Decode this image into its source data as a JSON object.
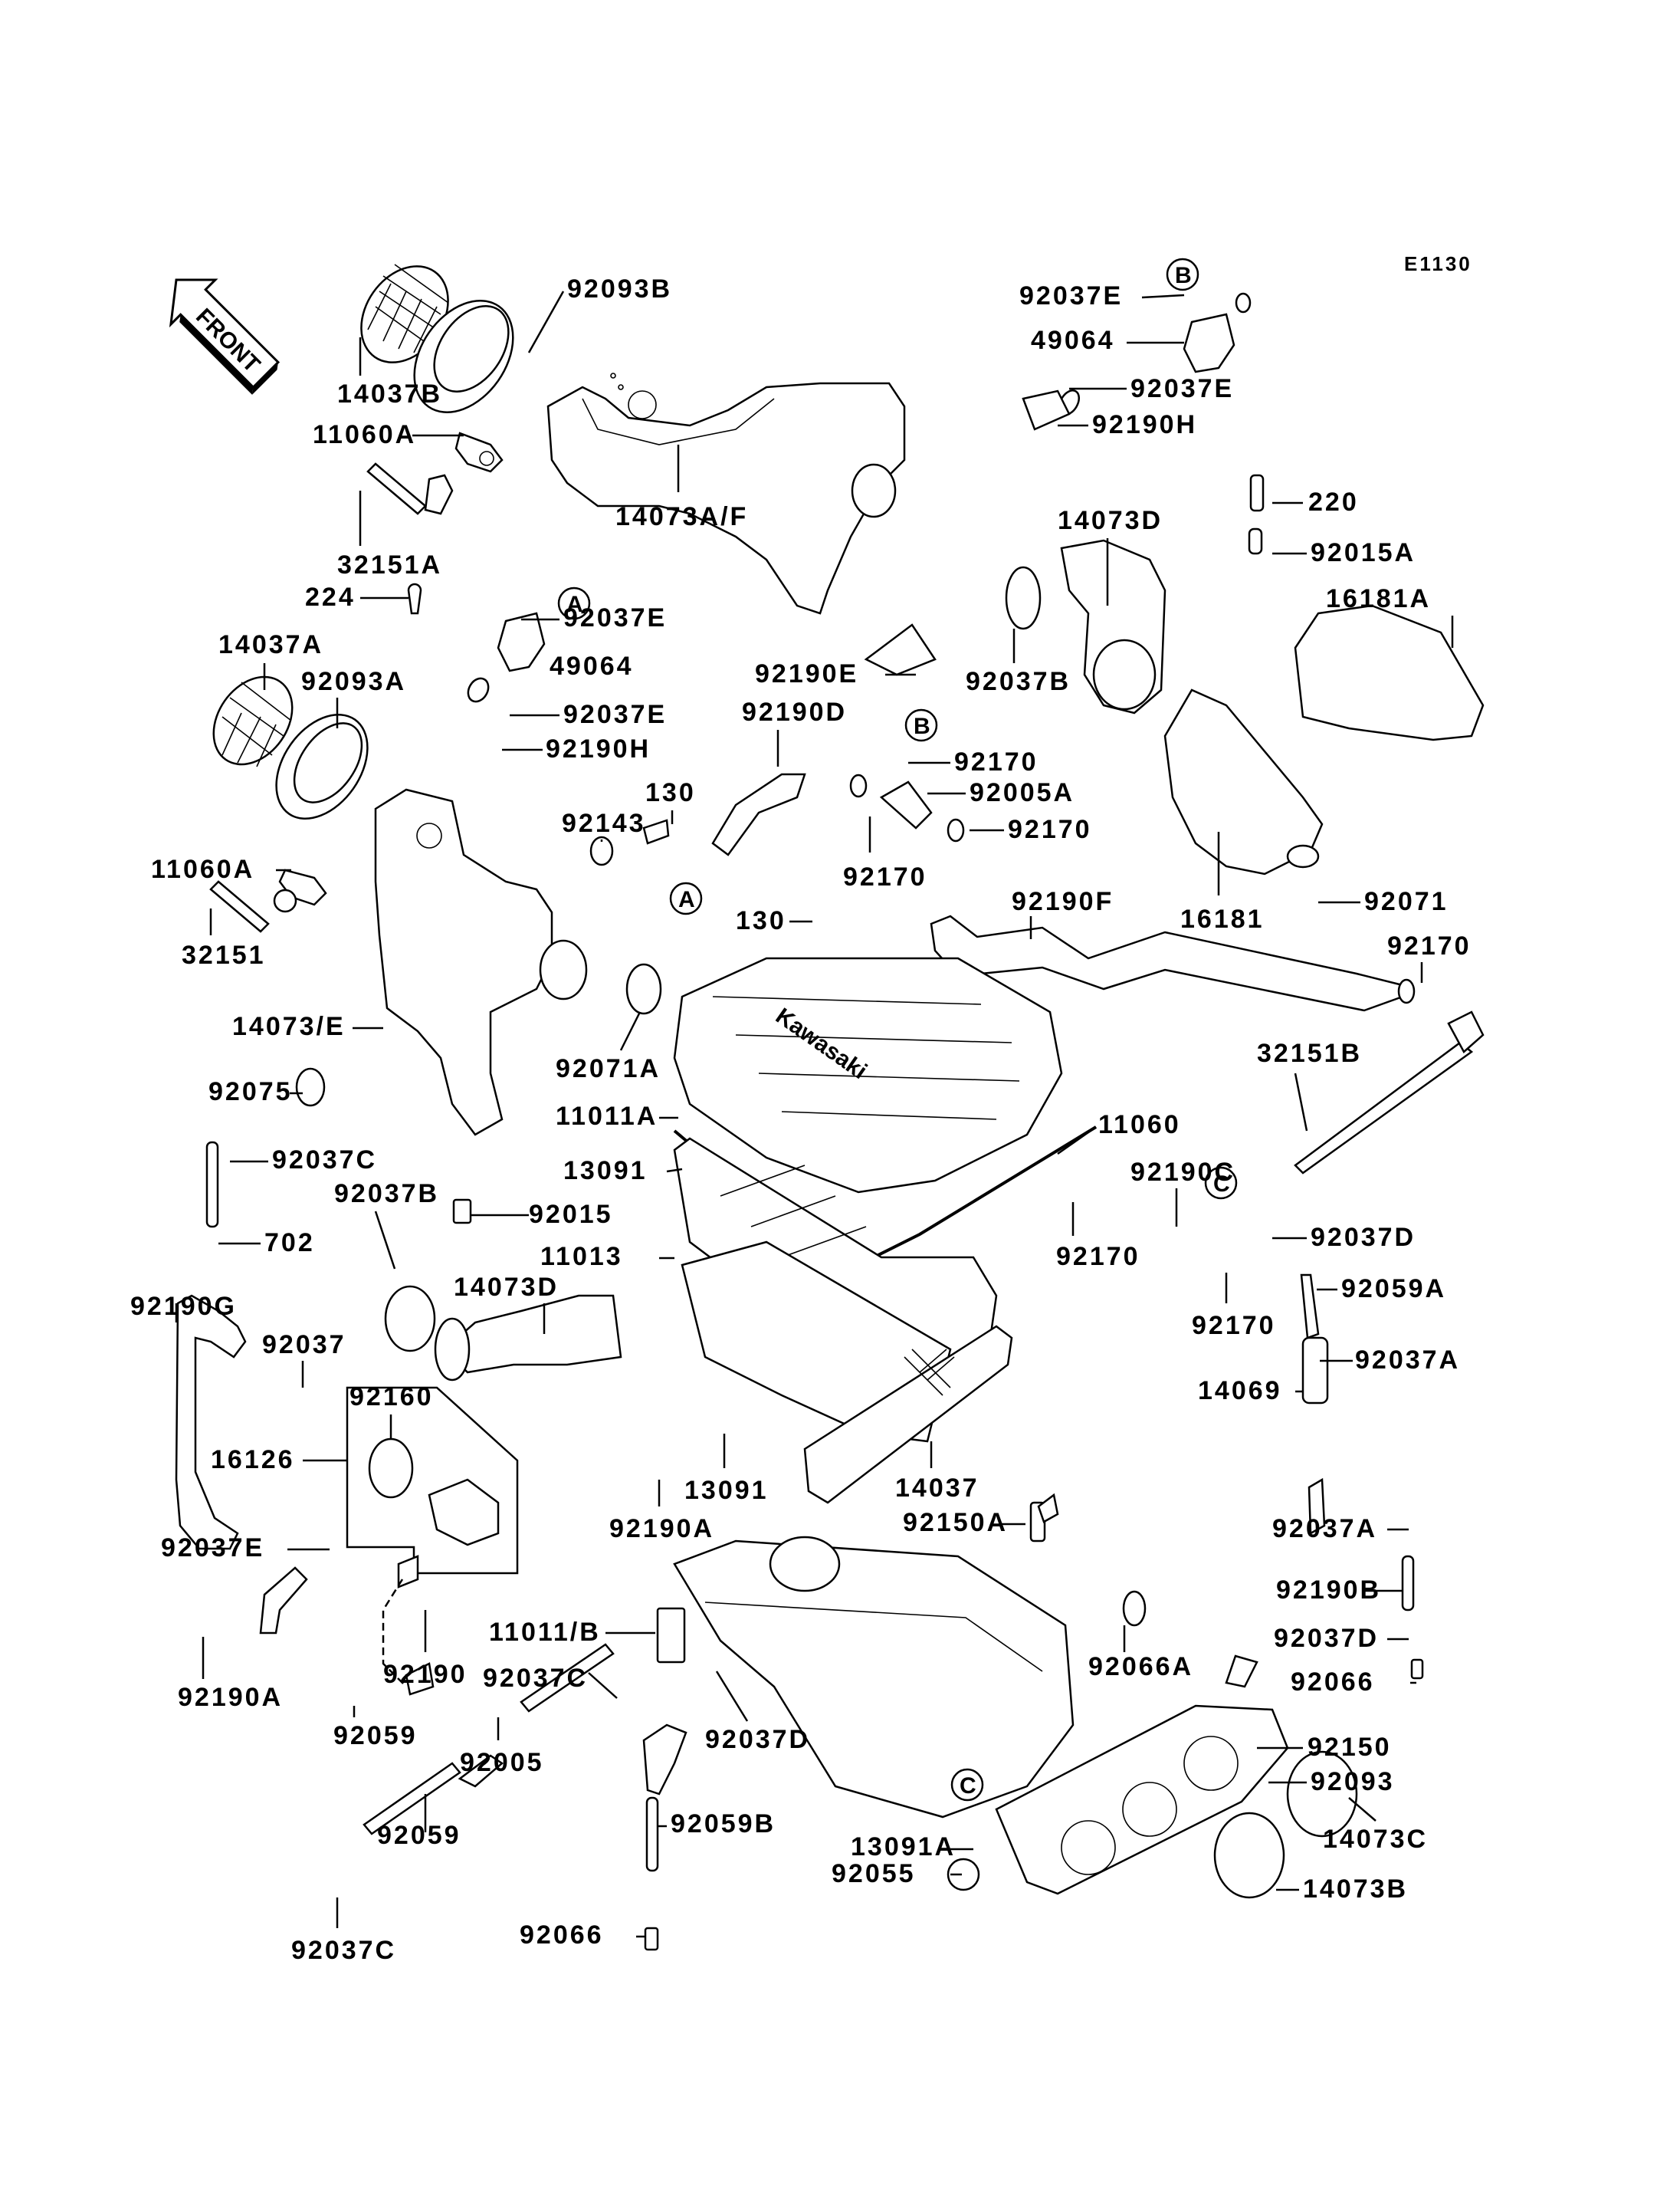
{
  "diagram": {
    "code": "E1130",
    "front_label": "FRONT",
    "brand_mark": "Kawasaki",
    "reference_markers": [
      "A",
      "B",
      "C"
    ],
    "labels": [
      "92093B",
      "14037B",
      "11060A",
      "14073A/F",
      "32151A",
      "224",
      "92037E",
      "49064",
      "92037E",
      "92190H",
      "92037E",
      "49064",
      "92037E",
      "92190H",
      "220",
      "92015A",
      "14073D",
      "92037B",
      "16181A",
      "14037A",
      "92093A",
      "92190E",
      "92190D",
      "92170",
      "92005A",
      "92170",
      "130",
      "92143",
      "11060A",
      "92170",
      "92190F",
      "16181",
      "92071",
      "32151",
      "14073/E",
      "130",
      "92071A",
      "92170",
      "32151B",
      "92075",
      "11011A",
      "11060",
      "92037C",
      "13091",
      "92190C",
      "92015",
      "92037D",
      "702",
      "92037B",
      "14073D",
      "11013",
      "92170",
      "92059A",
      "92170",
      "92037A",
      "92190G",
      "92037",
      "14069",
      "92160",
      "16126",
      "13091",
      "14037",
      "92190A",
      "92150A",
      "92037A",
      "92037E",
      "92190B",
      "11011/B",
      "92066A",
      "92037D",
      "92190",
      "92037C",
      "92066",
      "92150",
      "92093",
      "92190A",
      "92059",
      "92037D",
      "92005",
      "92059B",
      "13091A",
      "14073C",
      "92059",
      "92055",
      "14073B",
      "92037C",
      "92066"
    ]
  }
}
